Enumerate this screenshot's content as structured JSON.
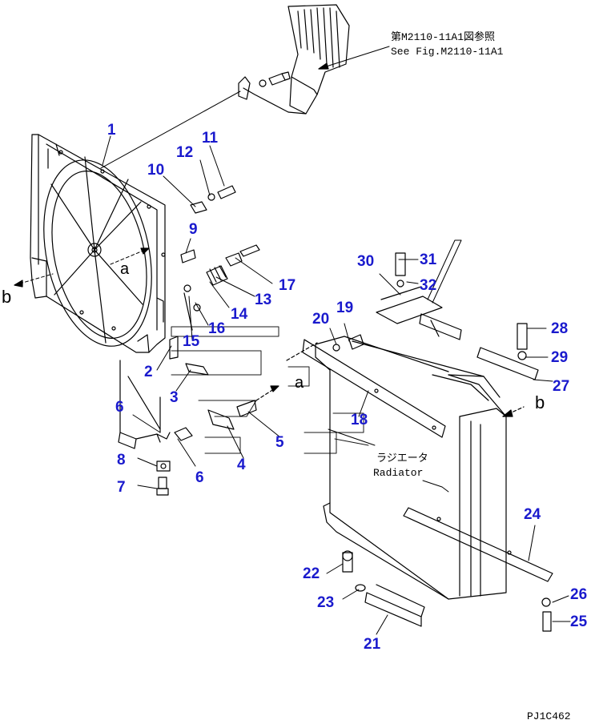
{
  "diagram": {
    "reference_jp": "第M2110-11A1図参照",
    "reference_en": "See Fig.M2110-11A1",
    "radiator_label_jp": "ラジエータ",
    "radiator_label_en": "Radiator",
    "view_a": "a",
    "view_b": "b",
    "drawing_code": "PJ1C462",
    "part_color": "#1a1acd",
    "line_color": "#000000",
    "parts": [
      "1",
      "2",
      "3",
      "4",
      "5",
      "6",
      "6",
      "7",
      "8",
      "9",
      "10",
      "11",
      "12",
      "13",
      "14",
      "15",
      "16",
      "17",
      "18",
      "19",
      "20",
      "21",
      "22",
      "23",
      "24",
      "25",
      "26",
      "27",
      "28",
      "29",
      "30",
      "31",
      "32"
    ]
  }
}
